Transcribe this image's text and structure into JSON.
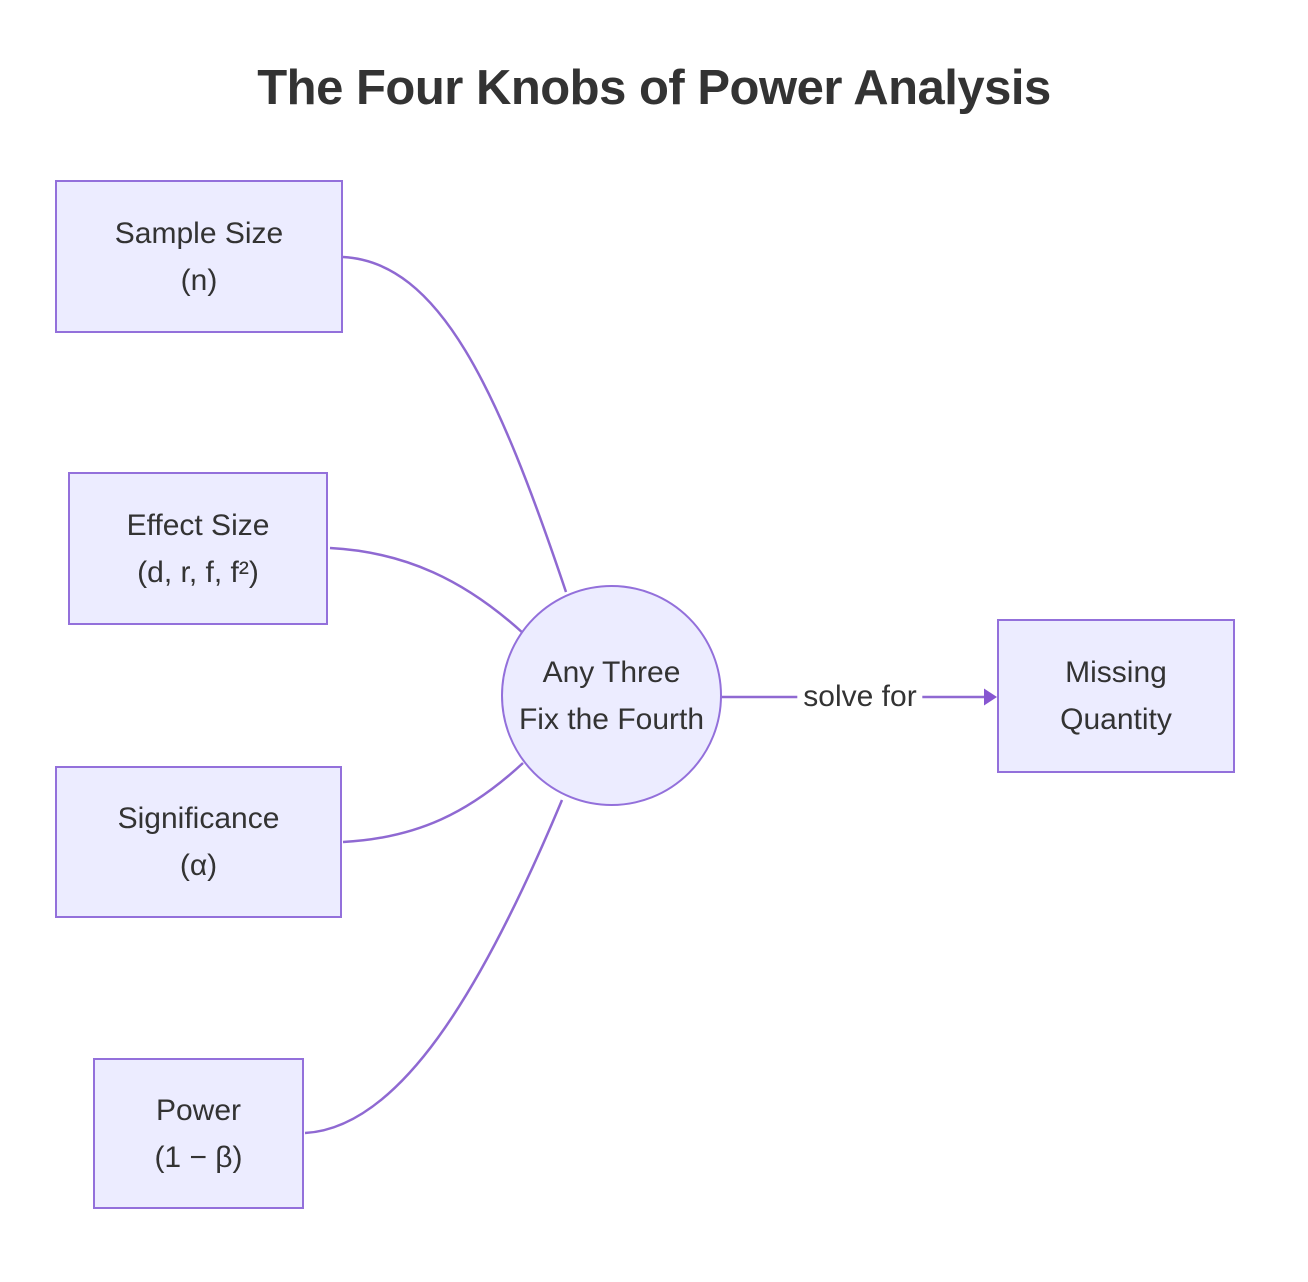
{
  "title": "The Four Knobs of Power Analysis",
  "nodes": {
    "sample_size": {
      "line1": "Sample Size",
      "line2": "(n)"
    },
    "effect_size": {
      "line1": "Effect Size",
      "line2": "(d, r, f, f²)"
    },
    "significance": {
      "line1": "Significance",
      "line2": "(α)"
    },
    "power": {
      "line1": "Power",
      "line2": "(1 − β)"
    },
    "hub": {
      "line1": "Any Three",
      "line2": "Fix the Fourth"
    },
    "missing": {
      "line1": "Missing",
      "line2": "Quantity"
    }
  },
  "edge_label": "solve for",
  "colors": {
    "node_fill": "#ECECFF",
    "node_border": "#9370DB",
    "edge_stroke": "#8F69D2",
    "arrowhead": "#8756D1",
    "text": "#333333",
    "background": "#FFFFFF"
  }
}
